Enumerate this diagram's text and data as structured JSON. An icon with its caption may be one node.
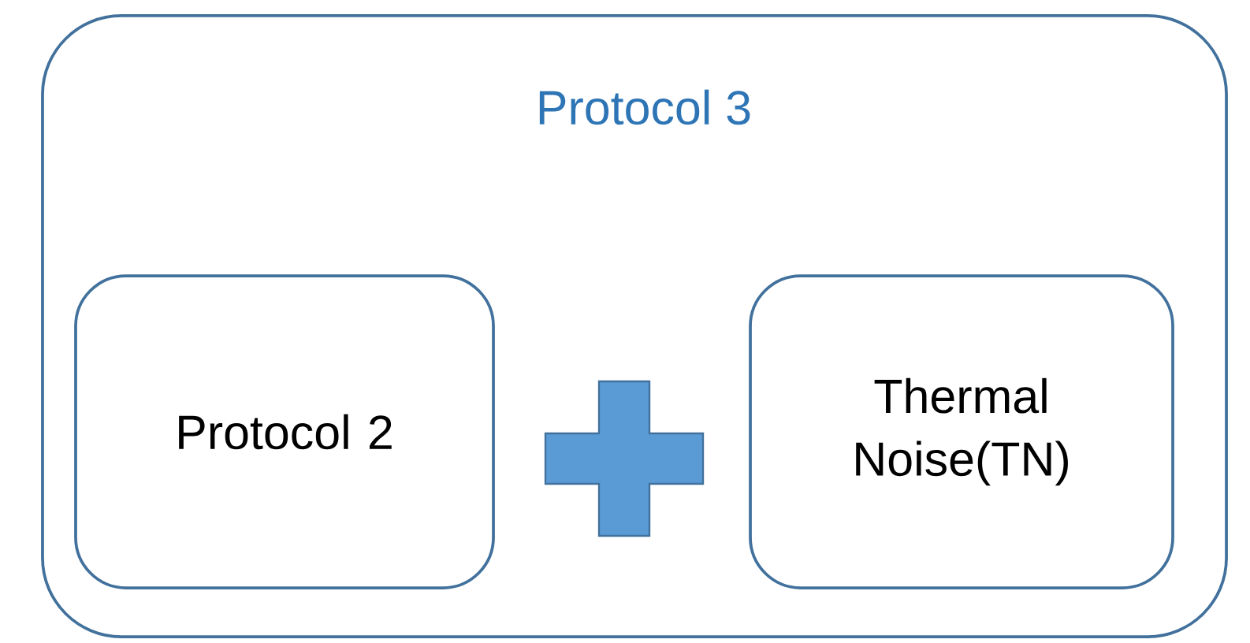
{
  "diagram": {
    "nodes": [
      {
        "text": [
          "Protocol 3"
        ]
      },
      {
        "text": [
          "Protocol 2"
        ],
        "in": 0
      },
      {
        "text": [
          "Thermal Noise(TN)"
        ],
        "in": 0
      }
    ]
  }
}
